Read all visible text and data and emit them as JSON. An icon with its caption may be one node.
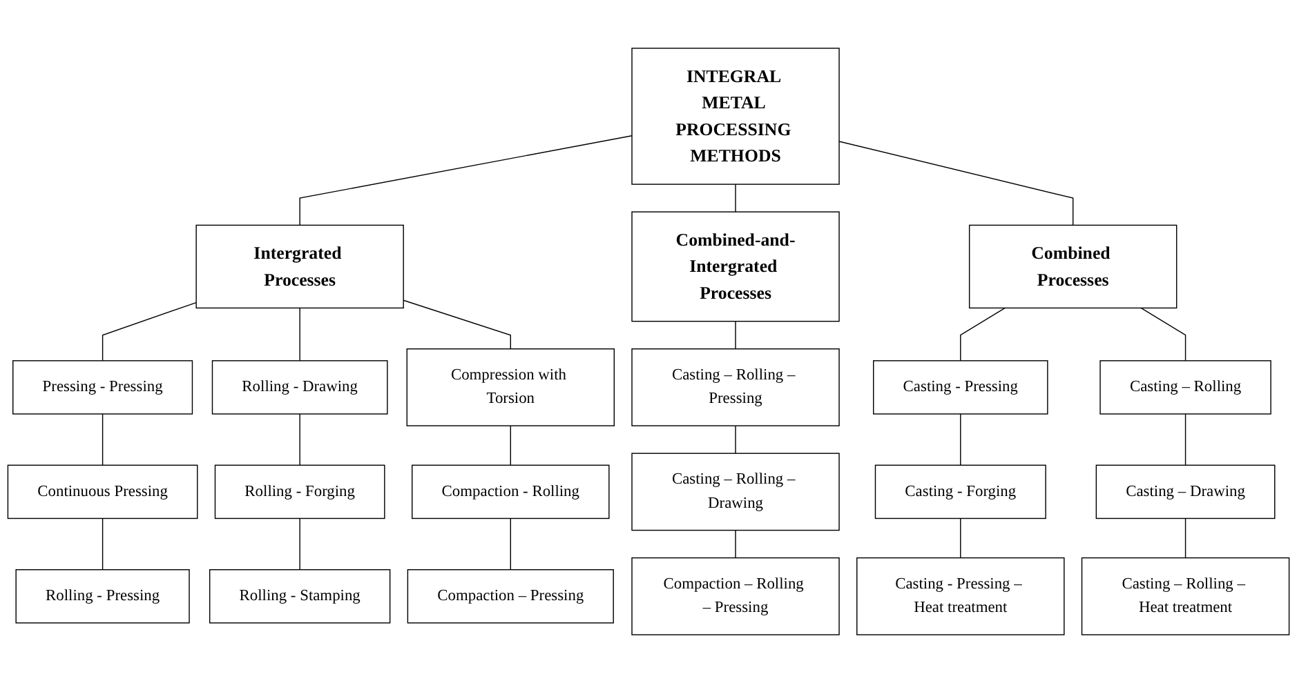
{
  "diagram": {
    "nodes": [
      {
        "text": [
          "INTEGRAL METAL PROCESSING METHODS"
        ]
      },
      {
        "text": [
          "Intergrated Processes"
        ]
      },
      {
        "text": [
          "Pressing - Pressing"
        ]
      },
      {
        "text": [
          "Continuous Pressing"
        ]
      },
      {
        "text": [
          "Rolling - Pressing"
        ]
      },
      {
        "text": [
          "Rolling - Drawing"
        ]
      },
      {
        "text": [
          "Rolling - Forging"
        ]
      },
      {
        "text": [
          "Rolling - Stamping"
        ]
      },
      {
        "text": [
          "Compression with Torsion"
        ]
      },
      {
        "text": [
          "Compaction - Rolling"
        ]
      },
      {
        "text": [
          "Compaction – Pressing"
        ]
      },
      {
        "text": [
          "Combined-and-Intergrated Processes"
        ]
      },
      {
        "text": [
          "Casting – Rolling – Pressing"
        ]
      },
      {
        "text": [
          "Casting – Rolling – Drawing"
        ]
      },
      {
        "text": [
          "Compaction – Rolling – Pressing"
        ]
      },
      {
        "text": [
          "Combined Processes"
        ]
      },
      {
        "text": [
          "Casting - Pressing"
        ]
      },
      {
        "text": [
          "Casting - Forging"
        ]
      },
      {
        "text": [
          "Casting - Pressing – Heat treatment"
        ]
      },
      {
        "text": [
          "Casting – Rolling"
        ]
      },
      {
        "text": [
          "Casting – Drawing"
        ]
      },
      {
        "text": [
          "Casting – Rolling – Heat treatment"
        ]
      }
    ],
    "edges": [
      {
        "from": 0,
        "to": 1,
        "arrow": "none"
      },
      {
        "from": 0,
        "to": 11,
        "arrow": "none"
      },
      {
        "from": 0,
        "to": 15,
        "arrow": "none"
      },
      {
        "from": 1,
        "to": 2,
        "arrow": "none"
      },
      {
        "from": 2,
        "to": 3,
        "arrow": "none"
      },
      {
        "from": 3,
        "to": 4,
        "arrow": "none"
      },
      {
        "from": 1,
        "to": 5,
        "arrow": "none"
      },
      {
        "from": 5,
        "to": 6,
        "arrow": "none"
      },
      {
        "from": 6,
        "to": 7,
        "arrow": "none"
      },
      {
        "from": 1,
        "to": 8,
        "arrow": "none"
      },
      {
        "from": 8,
        "to": 9,
        "arrow": "none"
      },
      {
        "from": 9,
        "to": 10,
        "arrow": "none"
      },
      {
        "from": 11,
        "to": 12,
        "arrow": "none"
      },
      {
        "from": 12,
        "to": 13,
        "arrow": "none"
      },
      {
        "from": 13,
        "to": 14,
        "arrow": "none"
      },
      {
        "from": 15,
        "to": 16,
        "arrow": "none"
      },
      {
        "from": 16,
        "to": 17,
        "arrow": "none"
      },
      {
        "from": 17,
        "to": 18,
        "arrow": "none"
      },
      {
        "from": 15,
        "to": 19,
        "arrow": "none"
      },
      {
        "from": 19,
        "to": 20,
        "arrow": "none"
      },
      {
        "from": 20,
        "to": 21,
        "arrow": "none"
      }
    ]
  }
}
